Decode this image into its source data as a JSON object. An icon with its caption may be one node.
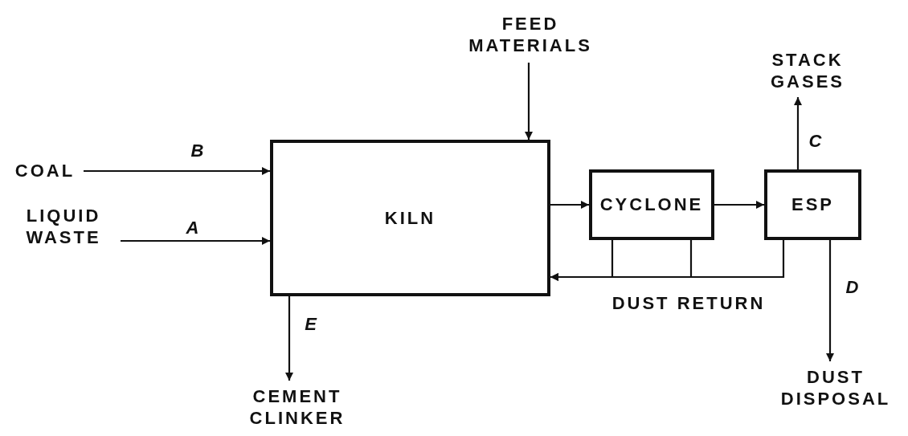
{
  "diagram": {
    "nodes": [
      {
        "text": [
          "COAL"
        ]
      },
      {
        "text": [
          "LIQUID WASTE"
        ]
      },
      {
        "text": [
          "FEED MATERIALS"
        ]
      },
      {
        "text": [
          "KILN"
        ]
      },
      {
        "text": [
          "CYCLONE"
        ]
      },
      {
        "text": [
          "ESP"
        ]
      },
      {
        "text": [
          "STACK GASES"
        ]
      },
      {
        "text": [
          "DUST DISPOSAL"
        ]
      },
      {
        "text": [
          "CEMENT CLINKER"
        ]
      }
    ],
    "edges": [
      {
        "from": 0,
        "to": 3,
        "arrow": "to",
        "label": "B"
      },
      {
        "from": 1,
        "to": 3,
        "arrow": "to",
        "label": "A"
      },
      {
        "from": 2,
        "to": 3,
        "arrow": "to"
      },
      {
        "from": 3,
        "to": 4,
        "arrow": "to"
      },
      {
        "from": 4,
        "to": 5,
        "arrow": "to"
      },
      {
        "from": 5,
        "to": 6,
        "arrow": "to",
        "label": "C"
      },
      {
        "from": 5,
        "to": 7,
        "arrow": "to",
        "label": "D"
      },
      {
        "from": 3,
        "to": 8,
        "arrow": "to",
        "label": "E"
      },
      {
        "from": 4,
        "to": 3,
        "arrow": "to"
      },
      {
        "from": 5,
        "to": 3,
        "arrow": "to",
        "label": "DUST RETURN"
      }
    ]
  }
}
